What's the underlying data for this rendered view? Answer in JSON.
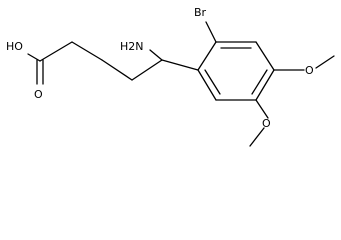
{
  "structure": {
    "atoms": {
      "hydroxyl": "HO",
      "carbonyl_oxygen": "O",
      "amine": "H2N",
      "bromine": "Br",
      "methoxy_oxygen_upper": "O",
      "methoxy_oxygen_lower": "O"
    }
  }
}
